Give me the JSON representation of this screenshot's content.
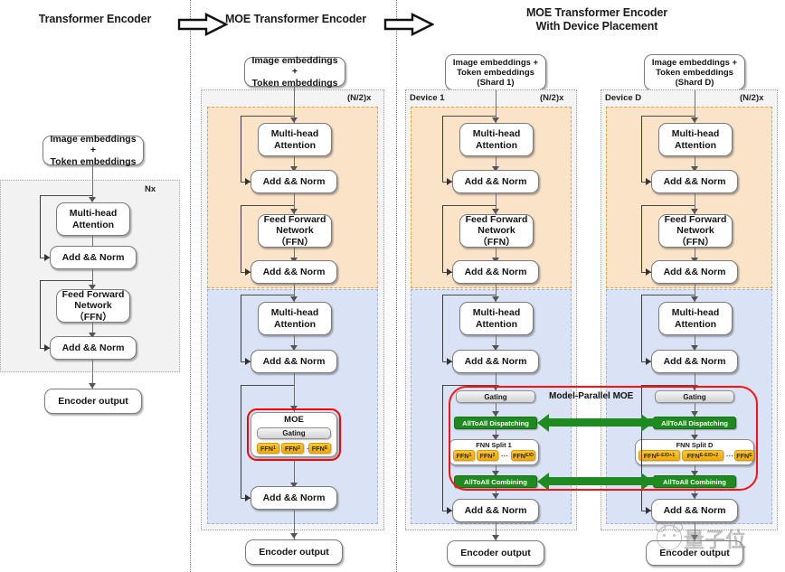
{
  "headers": {
    "col1": "Transformer Encoder",
    "col2": "MOE Transformer Encoder",
    "col3_line1": "MOE Transformer Encoder",
    "col3_line2": "With Device Placement"
  },
  "labels": {
    "embeddings": "Image embeddings +\nToken embeddings",
    "embeddings_line1": "Image embeddings +",
    "embeddings_line2": "Token embeddings",
    "embeddings_shard1": "(Shard 1)",
    "embeddings_shardD": "(Shard D)",
    "mha_line1": "Multi-head",
    "mha_line2": "Attention",
    "addnorm": "Add && Norm",
    "ffn_line1": "Feed Forward",
    "ffn_line2": "Network（FFN）",
    "encoder_output": "Encoder output",
    "nx": "Nx",
    "half_nx": "(N/2)x",
    "device1": "Device 1",
    "deviceD": "Device D",
    "moe": "MOE",
    "gating": "Gating",
    "model_parallel_moe": "Model-Parallel MOE",
    "alltoall_dispatching": "AllToAll Dispatching",
    "alltoall_combining": "AllToAll Combining",
    "ffn_split_1": "FNN Split 1",
    "ffn_split_D": "FNN Split D",
    "ellipsis": "···"
  },
  "experts": {
    "col2": [
      {
        "base": "FFN",
        "sub": "1"
      },
      {
        "base": "FFN",
        "sub": "2"
      },
      {
        "base": "FFN",
        "sub": "E"
      }
    ],
    "device1": [
      {
        "base": "FFN",
        "sub": "1"
      },
      {
        "base": "FFN",
        "sub": "2"
      },
      {
        "base": "FFN",
        "sub": "E/D"
      }
    ],
    "deviceD": [
      {
        "base": "FFN",
        "sub": "E-E/D+1"
      },
      {
        "base": "FFN",
        "sub": "E-E/D+2"
      },
      {
        "base": "FFN",
        "sub": "E"
      }
    ]
  },
  "colors": {
    "orange_panel": "#fbe3c8",
    "orange_border": "#e8a33d",
    "blue_panel": "#dae3f5",
    "blue_border": "#9fb4dd",
    "grey_panel": "#f2f2f2",
    "expert_yellow": "#f2a900",
    "alltoall_green": "#1f8a1f",
    "moe_outline_red": "#ff0000",
    "node_border": "#7b7b7b"
  },
  "watermark": {
    "text": "量子位"
  }
}
